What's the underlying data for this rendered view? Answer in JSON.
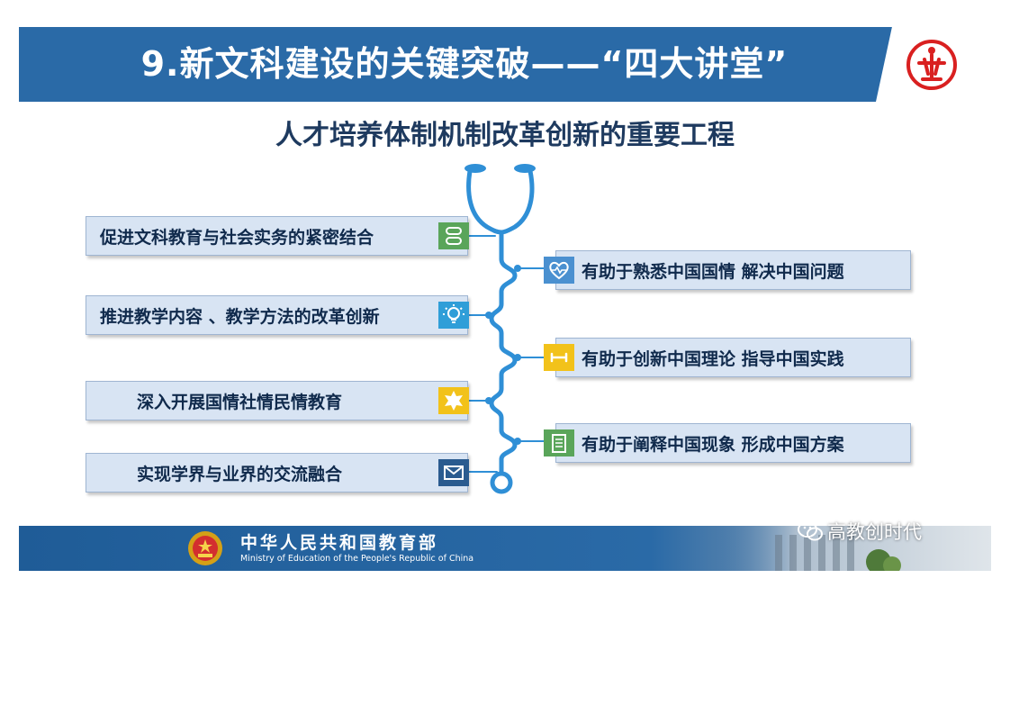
{
  "header": {
    "title": "9.新文科建设的关键突破——“四大讲堂”",
    "logo_icon": "school-seal-icon"
  },
  "subtitle": "人才培养体制机制改革创新的重要工程",
  "left_items": [
    {
      "label": "促进文科教育与社会实务的紧密结合",
      "icon": "capsule-icon",
      "color": "#5aa55a"
    },
    {
      "label": "推进教学内容 、教学方法的改革创新",
      "icon": "lightbulb-icon",
      "color": "#2f9ed8"
    },
    {
      "label": "深入开展国情社情民情教育",
      "icon": "star-badge-icon",
      "color": "#f2c21a"
    },
    {
      "label": "实现学界与业界的交流融合",
      "icon": "mail-icon",
      "color": "#2a5b8f"
    }
  ],
  "right_items": [
    {
      "label": "有助于熟悉中国国情 解决中国问题",
      "icon": "heartbeat-icon",
      "color": "#4a90d0"
    },
    {
      "label": "有助于创新中国理论 指导中国实践",
      "icon": "bone-icon",
      "color": "#f2c21a"
    },
    {
      "label": "有助于阐释中国现象 形成中国方案",
      "icon": "clipboard-icon",
      "color": "#5aa55a"
    }
  ],
  "footer": {
    "ministry_cn": "中华人民共和国教育部",
    "ministry_en": "Ministry of Education of the People's Republic of China",
    "emblem_icon": "national-emblem-icon"
  },
  "watermark": {
    "text": "高教创时代",
    "icon": "wechat-icon"
  },
  "colors": {
    "header_bg": "#2a6aa7",
    "item_bg": "#d8e4f3",
    "stethoscope": "#2f8fd6",
    "text_dark": "#102a4c"
  }
}
